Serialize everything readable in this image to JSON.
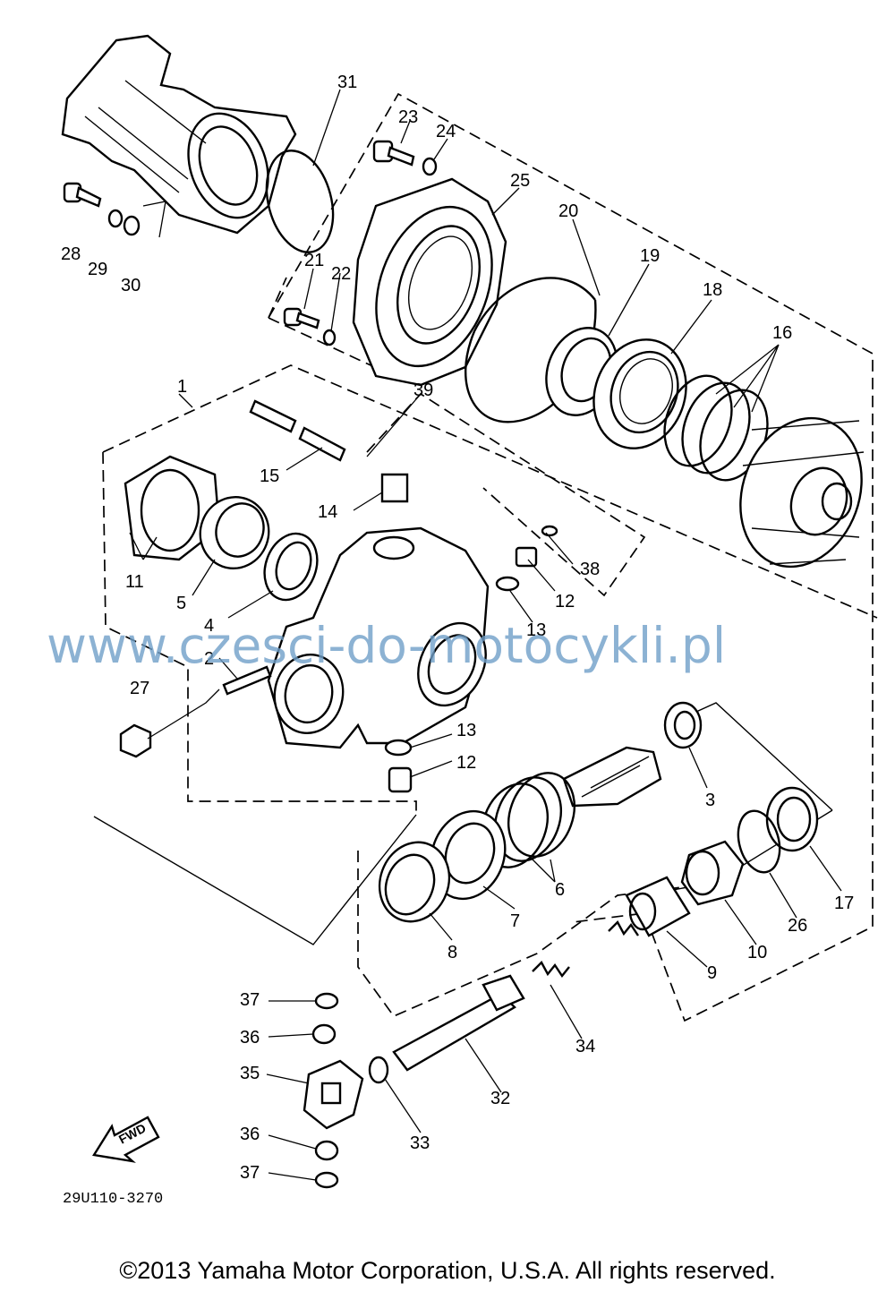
{
  "diagram": {
    "part_code": "29U110-3270",
    "watermark": "www.czesci-do-motocykli.pl",
    "fwd_label": "FWD",
    "copyright": "©2013 Yamaha Motor Corporation, U.S.A. All rights reserved.",
    "callouts": [
      "1",
      "2",
      "3",
      "4",
      "5",
      "6",
      "7",
      "8",
      "9",
      "10",
      "11",
      "12",
      "12",
      "13",
      "13",
      "14",
      "15",
      "16",
      "17",
      "18",
      "19",
      "20",
      "21",
      "22",
      "23",
      "24",
      "25",
      "26",
      "27",
      "28",
      "29",
      "30",
      "31",
      "32",
      "33",
      "34",
      "35",
      "36",
      "36",
      "37",
      "37",
      "38",
      "39"
    ]
  }
}
